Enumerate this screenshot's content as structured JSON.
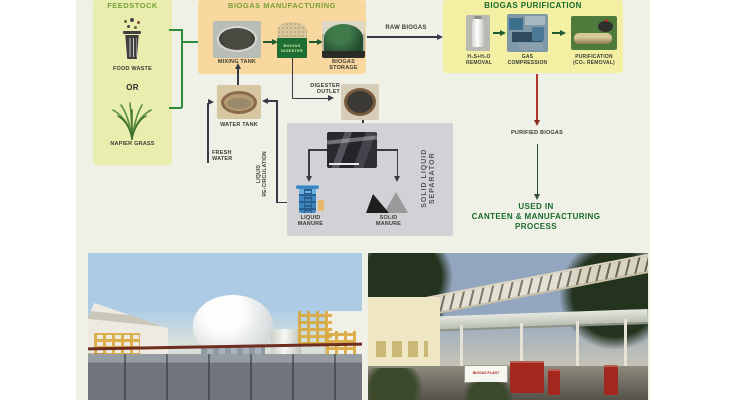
{
  "feedstock": {
    "title": "FEEDSTOCK",
    "food_waste_label": "FOOD WASTE",
    "or_label": "OR",
    "napier_label": "NAPIER GRASS"
  },
  "manufacturing": {
    "title": "BIOGAS MANUFACTURING",
    "mixing_tank_label": "MIXING TANK",
    "digester_label_line1": "BIOGAS",
    "digester_label_line2": "DIGESTER",
    "storage_label_line1": "BIOGAS",
    "storage_label_line2": "STORAGE"
  },
  "raw_biogas_label": "RAW BIOGAS",
  "purification": {
    "title": "BIOGAS PURIFICATION",
    "item1_line1": "H₂S+H₂O",
    "item1_line2": "REMOVAL",
    "item2_line1": "GAS",
    "item2_line2": "COMPRESSION",
    "item3_line1": "PURIFICATION",
    "item3_line2": "(CO₂ REMOVAL)"
  },
  "water_loop": {
    "water_tank_label": "WATER TANK",
    "fresh_water_line1": "FRESH",
    "fresh_water_line2": "WATER",
    "recirculation_line1": "LIQUID",
    "recirculation_line2": "RE-CIRCULATION",
    "digester_outlet_line1": "DIGESTER",
    "digester_outlet_line2": "OUTLET"
  },
  "separator": {
    "title_line1": "SOLID LIQUID",
    "title_line2": "SEPARATOR",
    "liquid_manure_line1": "LIQUID",
    "liquid_manure_line2": "MANURE",
    "solid_manure_line1": "SOLID",
    "solid_manure_line2": "MANURE"
  },
  "output": {
    "purified_label": "PURIFIED BIOGAS",
    "used_line1": "USED IN",
    "used_line2": "CANTEEN & MANUFACTURING",
    "used_line3": "PROCESS"
  },
  "photos": {
    "plant_sign": "BIOGAS PLANT"
  },
  "colors": {
    "poster_bg": "#eff1e6",
    "feedstock_bg": "#e9edae",
    "manufacturing_bg": "#f9d8a0",
    "purification_bg": "#f3f0a4",
    "separator_bg": "#d2d2d6",
    "olive_title": "#76a037",
    "green_title": "#186a2e",
    "arrow_green": "#2f8a3d",
    "arrow_dark": "#3a3a46",
    "arrow_red": "#b23527"
  }
}
